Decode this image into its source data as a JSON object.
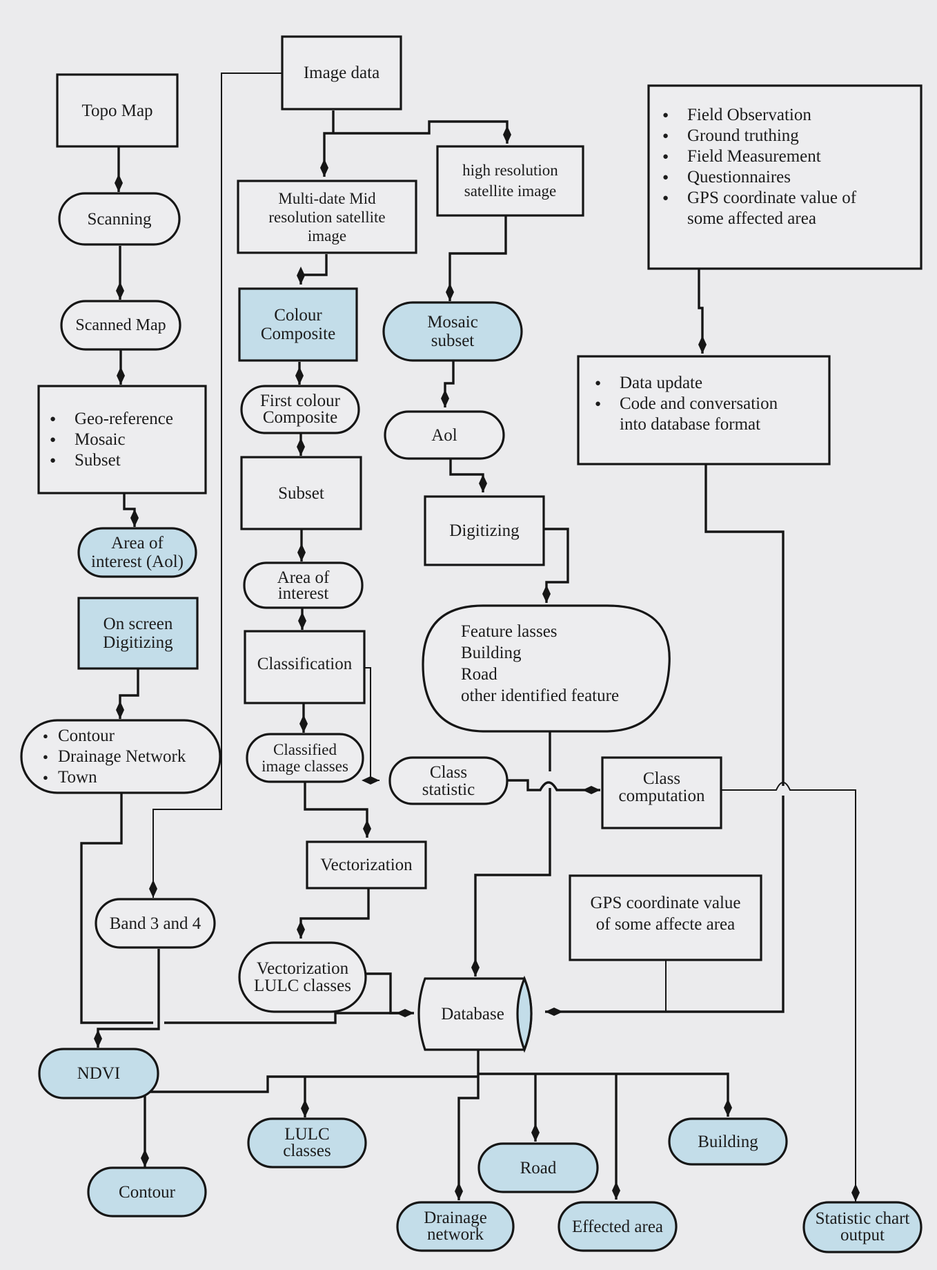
{
  "diagram": {
    "nodes": {
      "topo_map": "Topo Map",
      "scanning": "Scanning",
      "scanned_map": "Scanned Map",
      "georef_list": [
        "Geo-reference",
        "Mosaic",
        "Subset"
      ],
      "aoi_left": [
        "Area of",
        "interest (Aol)"
      ],
      "onscreen_digitizing": [
        "On screen",
        "Digitizing"
      ],
      "contour_list": [
        "Contour",
        "Drainage Network",
        "Town"
      ],
      "band_3_4": "Band 3 and 4",
      "ndvi": "NDVI",
      "image_data": "Image data",
      "multidate": [
        "Multi-date Mid",
        "resolution satellite",
        "image"
      ],
      "colour_composite": [
        "Colour",
        "Composite"
      ],
      "first_colour_composite": [
        "First colour",
        "Composite"
      ],
      "subset": "Subset",
      "area_of_interest": [
        "Area of",
        "interest"
      ],
      "classification": "Classification",
      "classified_image_classes": [
        "Classified",
        "image classes"
      ],
      "vectorization": "Vectorization",
      "vectorization_lulc": [
        "Vectorization",
        "LULC classes"
      ],
      "high_res": [
        "high resolution",
        "satellite image"
      ],
      "mosaic_subset": [
        "Mosaic",
        "subset"
      ],
      "aoi_right": "Aol",
      "digitizing": "Digitizing",
      "feature_classes": [
        "Feature lasses",
        "Building",
        "Road",
        "other identified feature"
      ],
      "class_statistic": [
        "Class",
        "statistic"
      ],
      "class_computation": [
        "Class",
        "computation"
      ],
      "field_list": [
        "Field Observation",
        "Ground truthing",
        "Field Measurement",
        "Questionnaires",
        "GPS coordinate value of"
      ],
      "field_list_cont": "some affected area",
      "data_update_list": [
        "Data update",
        "Code and conversation"
      ],
      "data_update_cont": "into database format",
      "gps_affected": [
        "GPS coordinate value",
        "of some affecte area"
      ],
      "database": "Database",
      "out_contour": "Contour",
      "out_lulc": [
        "LULC",
        "classes"
      ],
      "out_drainage": [
        "Drainage",
        "network"
      ],
      "out_road": "Road",
      "out_effected": "Effected area",
      "out_building": "Building",
      "out_statistic": [
        "Statistic chart",
        "output"
      ]
    },
    "colors": {
      "highlight_fill": "#c3dde9",
      "plain_fill": "#ededef",
      "stroke": "#161616",
      "background": "#ebebed"
    }
  }
}
